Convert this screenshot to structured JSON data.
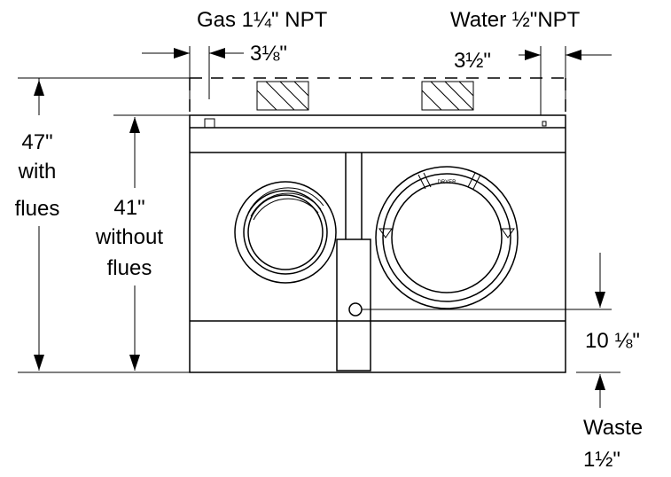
{
  "diagram": {
    "labels": {
      "gas": "Gas 1¼\" NPT",
      "water": "Water  ½\"NPT",
      "gas_offset": "3⅛\"",
      "water_offset": "3½\"",
      "height_with_flues_value": "47\"",
      "height_with_flues_line1": "with",
      "height_with_flues_line2": "flues",
      "height_without_flues_value": "41\"",
      "height_without_flues_line1": "without",
      "height_without_flues_line2": "flues",
      "waste_height": "10 ⅛\"",
      "waste_label": "Waste",
      "waste_size": "1½\""
    },
    "dryer_panel_text": "DRYER",
    "colors": {
      "line": "#000000",
      "background": "#ffffff"
    }
  }
}
